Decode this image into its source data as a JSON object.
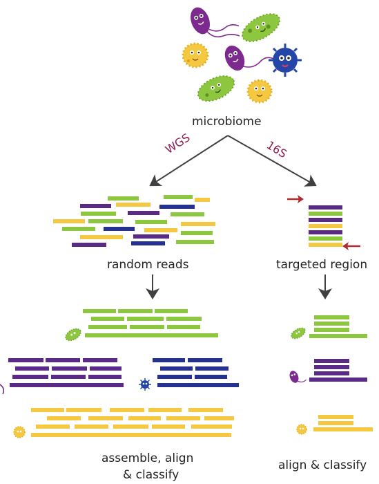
{
  "labels": {
    "source": "microbiome",
    "left_path": "WGS",
    "right_path": "16S",
    "left_step": "random reads",
    "right_step": "targeted region",
    "left_result_line1": "assemble, align",
    "left_result_line2": "& classify",
    "right_result": "align & classify"
  },
  "colors": {
    "green": "#8dc63f",
    "purple": "#5b2a86",
    "navy": "#25318f",
    "yellow": "#f5c842",
    "arrow_dark": "#404040",
    "primer_red": "#b22a2a",
    "path_text": "#8b1a52"
  },
  "microbes": [
    {
      "name": "purple-bacterium-icon",
      "kind": "rod"
    },
    {
      "name": "green-bacterium-icon",
      "kind": "spiky"
    },
    {
      "name": "yellow-bacterium-icon",
      "kind": "spiky"
    },
    {
      "name": "purple-bacterium-icon",
      "kind": "rod"
    },
    {
      "name": "blue-virus-icon",
      "kind": "virus"
    },
    {
      "name": "green-bacterium-icon",
      "kind": "spiky"
    },
    {
      "name": "yellow-bacterium-icon",
      "kind": "spiky"
    }
  ]
}
